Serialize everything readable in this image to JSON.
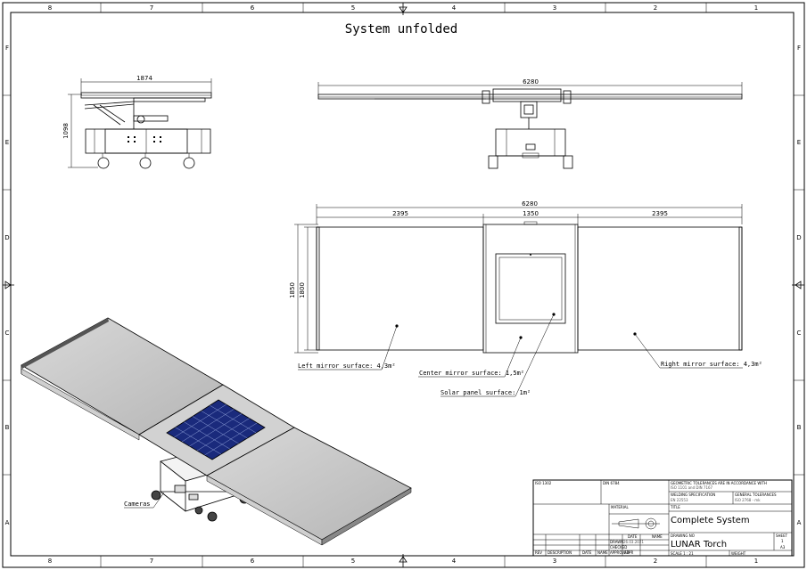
{
  "title": "System unfolded",
  "grid": {
    "columns": [
      "8",
      "7",
      "6",
      "5",
      "4",
      "3",
      "2",
      "1"
    ],
    "rows": [
      "F",
      "E",
      "D",
      "C",
      "B",
      "A"
    ]
  },
  "top_view": {
    "width": "1874",
    "height": "1098"
  },
  "front_view": {
    "width": "6280"
  },
  "plan_view": {
    "total_width": "6280",
    "left_width": "2395",
    "center_width": "1350",
    "right_width": "2395",
    "outer_height": "1850",
    "inner_height": "1800"
  },
  "callouts": {
    "left_mirror": "Left mirror surface: 4,3m²",
    "center_mirror": "Center mirror surface: 1,5m²",
    "solar_panel": "Solar panel surface: 1m²",
    "right_mirror": "Right mirror surface: 4,3m²",
    "cameras": "Cameras"
  },
  "title_block": {
    "iso1": "ISO 1302",
    "din": "DIN 6784",
    "geom_tol": "GEOMETRIC TOLERANCES ARE IN ACCORDANCE WITH",
    "geom_tol_std": "ISO 1101 and DIN 7167",
    "welding": "WELDING SPECIFICATION",
    "welding_std": "EN 22553",
    "general_tol": "GENERAL TOLERANCES",
    "general_tol_std": "ISO 2768 - mk",
    "material": "MATERIAL",
    "title_label": "TITLE",
    "title": "Complete System",
    "drawing_no_label": "DRAWING NO",
    "drawing_no": "LUNAR Torch",
    "sheet_label": "SHEET",
    "sheet": "1",
    "sheet_size": "A3",
    "scale_label": "SCALE",
    "scale": "SCALE 1 : 21",
    "weight_label": "WEIGHT",
    "rev": "REV",
    "description": "DESCRIPTION",
    "date": "DATE",
    "name": "NAME",
    "appr": "APPR",
    "date_col": "DATE",
    "name_col": "NAME",
    "drawn": "DRAWN",
    "drawn_date": "26.03.2021",
    "checked": "CHECKED",
    "approved": "APPROVED"
  }
}
